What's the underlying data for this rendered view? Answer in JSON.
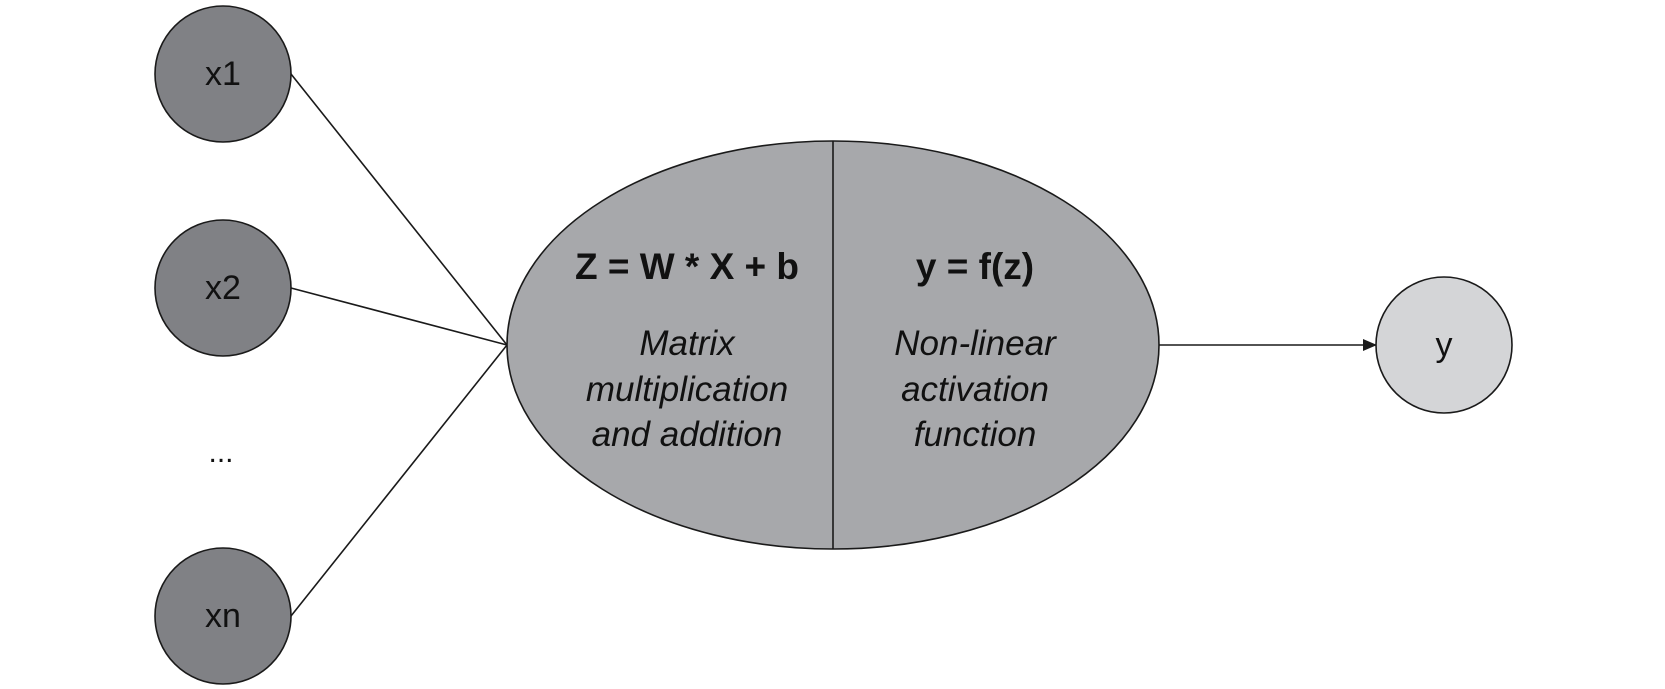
{
  "colors": {
    "input_node_fill": "#808185",
    "neuron_fill": "#a7a8ab",
    "output_node_fill": "#d4d5d7",
    "stroke": "#1a1a1a"
  },
  "inputs": [
    {
      "id": "x1",
      "label": "x1"
    },
    {
      "id": "x2",
      "label": "x2"
    },
    {
      "id": "xn",
      "label": "xn"
    }
  ],
  "ellipsis": "...",
  "neuron": {
    "left": {
      "formula": "Z = W * X + b",
      "description": [
        "Matrix",
        "multiplication",
        "and addition"
      ]
    },
    "right": {
      "formula": "y = f(z)",
      "description": [
        "Non-linear",
        "activation",
        "function"
      ]
    }
  },
  "output": {
    "label": "y"
  }
}
